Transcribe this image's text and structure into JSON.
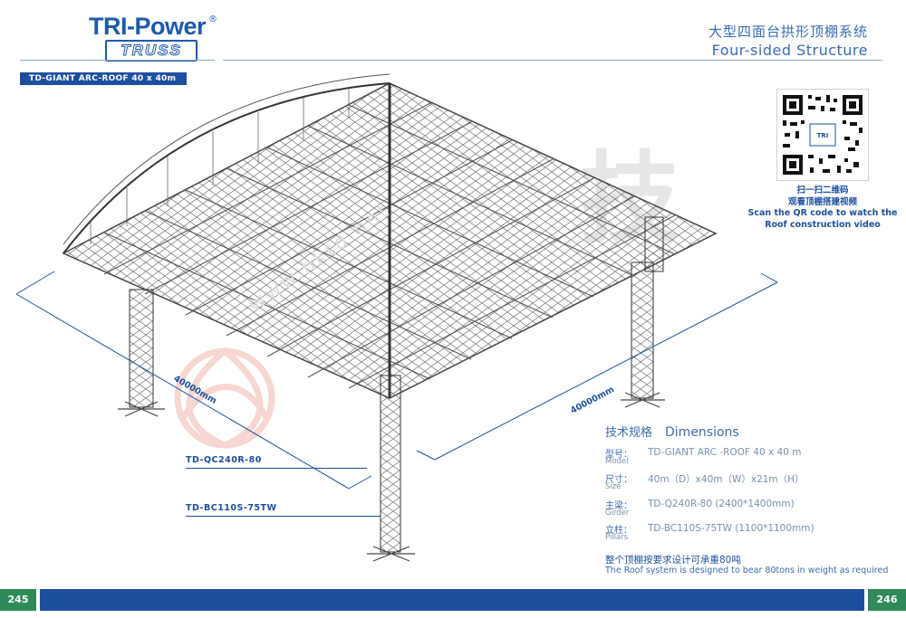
{
  "brand": {
    "logo_top": "TRI-Power",
    "logo_reg": "®",
    "logo_bottom": "TRUSS"
  },
  "header": {
    "title_zh": "大型四面台拱形顶棚系统",
    "title_en": "Four-sided Structure",
    "model_tag": "TD-GIANT ARC-ROOF 40 x 40m"
  },
  "watermark": {
    "char": "技",
    "url": "www.hktd.net"
  },
  "qr": {
    "icon": "qr-code-icon",
    "caption_zh_1": "扫一扫二维码",
    "caption_zh_2": "观看顶棚搭建视频",
    "caption_en_1": "Scan the QR code to watch the",
    "caption_en_2": "Roof construction video"
  },
  "diagram": {
    "dim_left": "40000mm",
    "dim_right": "40000mm",
    "girder_label": "TD-QC240R-80",
    "pillar_label": "TD-BC110S-75TW"
  },
  "specs": {
    "heading_zh": "技术规格",
    "heading_en": "Dimensions",
    "rows": [
      {
        "label_zh": "型号：",
        "label_en": "Model",
        "value": "TD-GIANT ARC -ROOF 40 x 40 m"
      },
      {
        "label_zh": "尺寸：",
        "label_en": "Size",
        "value": "40m（D）x40m（W）x21m（H）"
      },
      {
        "label_zh": "主梁：",
        "label_en": "Girder",
        "value": "TD-Q240R-80 (2400*1400mm)"
      },
      {
        "label_zh": "立柱：",
        "label_en": "Pillars",
        "value": "TD-BC110S-75TW (1100*1100mm)"
      }
    ],
    "note_zh": "整个顶棚按要求设计可承重80吨",
    "note_en": "The Roof system is designed to bear 80tons in weight as required"
  },
  "footer": {
    "page_left": "245",
    "page_right": "246"
  },
  "colors": {
    "primary": "#1d4f9e",
    "page_badge": "#2e8b57",
    "structure": "#555555"
  }
}
